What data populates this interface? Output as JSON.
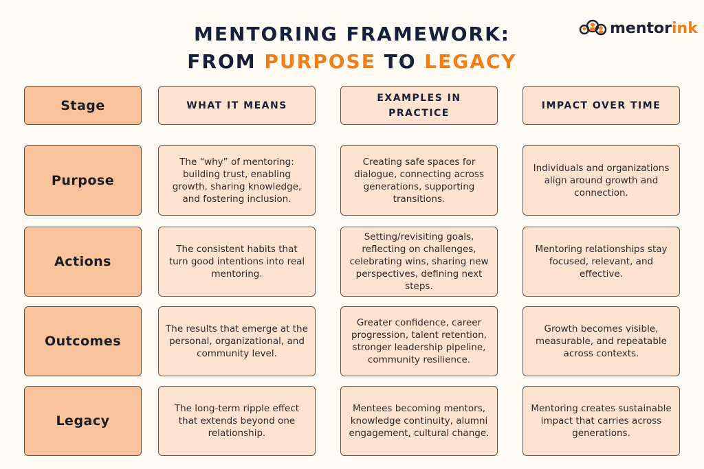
{
  "title": {
    "line1": "MENTORING FRAMEWORK:",
    "line2_a": "FROM ",
    "line2_b": "PURPOSE",
    "line2_c": " TO ",
    "line2_d": "LEGACY"
  },
  "logo": {
    "text_a": "mentor",
    "text_b": "ink",
    "icon": "people-cloud-icon"
  },
  "colors": {
    "accent": "#f07f1a",
    "title": "#17203a",
    "stage_fill": "#f8c39a",
    "cell_fill": "#fde3cf",
    "background": "#fefbf5"
  },
  "headers": [
    "Stage",
    "WHAT IT MEANS",
    "EXAMPLES IN PRACTICE",
    "IMPACT OVER TIME"
  ],
  "rows": [
    {
      "stage": "Purpose",
      "means": "The “why” of mentoring: building trust, enabling growth, sharing knowledge, and fostering inclusion.",
      "examples": "Creating safe spaces for dialogue, connecting across generations, supporting transitions.",
      "impact": "Individuals and organizations align around growth and connection."
    },
    {
      "stage": "Actions",
      "means": "The consistent habits that turn good intentions into real mentoring.",
      "examples": "Setting/revisiting goals, reflecting on challenges, celebrating wins, sharing new perspectives, defining next steps.",
      "impact": "Mentoring relationships stay focused, relevant, and effective."
    },
    {
      "stage": "Outcomes",
      "means": "The results that emerge at the personal, organizational, and community level.",
      "examples": "Greater confidence, career progression, talent retention, stronger leadership pipeline, community resilience.",
      "impact": "Growth becomes visible, measurable, and repeatable across contexts."
    },
    {
      "stage": "Legacy",
      "means": "The long-term ripple effect that extends beyond one relationship.",
      "examples": "Mentees becoming mentors, knowledge continuity, alumni engagement, cultural change.",
      "impact": "Mentoring creates sustainable impact that carries across generations."
    }
  ]
}
